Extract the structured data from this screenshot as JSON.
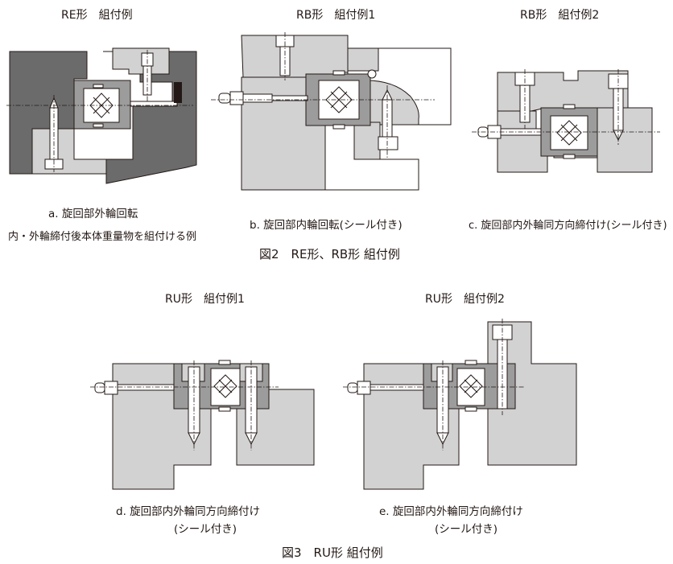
{
  "figure2": {
    "title": "図2　RE形、RB形 組付例",
    "panels": [
      {
        "heading": "RE形　組付例",
        "caption_lines": [
          "a. 旋回部外輪回転",
          "内・外輪締付後本体重量物を組付ける例"
        ]
      },
      {
        "heading": "RB形　組付例1",
        "caption_lines": [
          "b. 旋回部内輪回転(シール付き)"
        ]
      },
      {
        "heading": "RB形　組付例2",
        "caption_lines": [
          "c. 旋回部内外輪同方向締付け(シール付き)"
        ]
      }
    ]
  },
  "figure3": {
    "title": "図3　RU形 組付例",
    "panels": [
      {
        "heading": "RU形　組付例1",
        "caption_lines": [
          "d. 旋回部内外輪同方向締付け",
          "(シール付き)"
        ]
      },
      {
        "heading": "RU形　組付例2",
        "caption_lines": [
          "e. 旋回部内外輪同方向締付け",
          "(シール付き)"
        ]
      }
    ]
  },
  "colors": {
    "ink": "#231815",
    "dark_fill": "#6b6b6b",
    "mid_fill": "#9c9c9c",
    "light_fill": "#d2d2d2"
  }
}
